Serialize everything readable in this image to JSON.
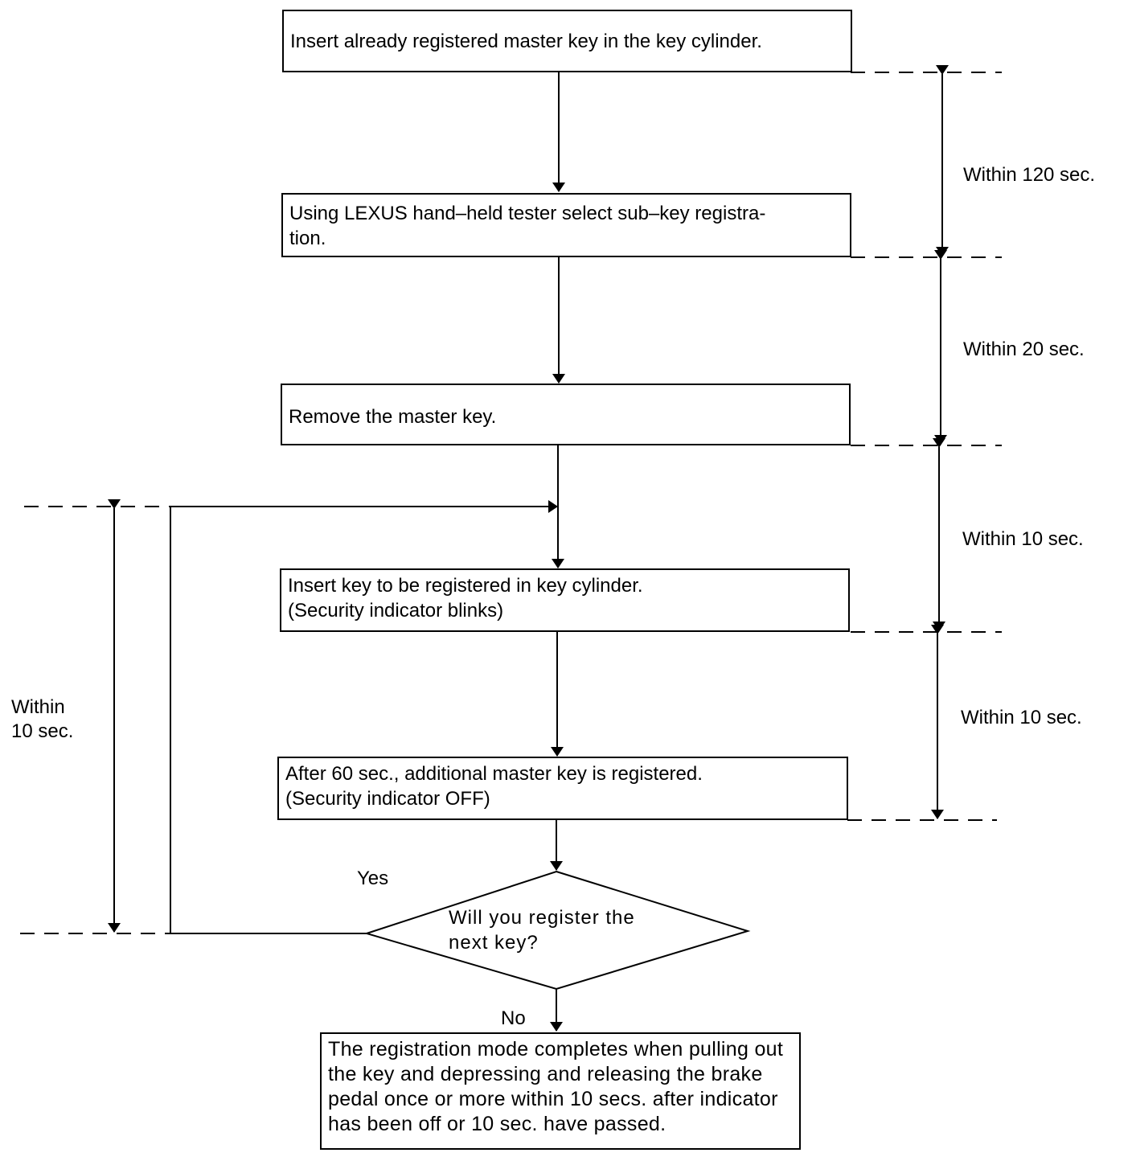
{
  "steps": {
    "insert_master": "Insert already registered master key in the key cylinder.",
    "select_subkey": "Using LEXUS hand–held tester select sub–key registra-\ntion.",
    "remove_master": "Remove the master key.",
    "insert_new": "Insert key to be registered in key cylinder.\n(Security indicator blinks)",
    "after_60": "After 60 sec., additional master key is registered.\n(Security indicator OFF)",
    "final": "The registration mode completes when pulling out the key and depressing and releasing the brake pedal once or more within 10 secs. after indicator has been off or 10 sec. have passed."
  },
  "decision": {
    "question": "Will you register the\nnext key?",
    "yes": "Yes",
    "no": "No"
  },
  "timings": {
    "t1": "Within 120 sec.",
    "t2": "Within 20 sec.",
    "t3": "Within 10 sec.",
    "t4": "Within 10 sec.",
    "loop": "Within\n10 sec."
  }
}
